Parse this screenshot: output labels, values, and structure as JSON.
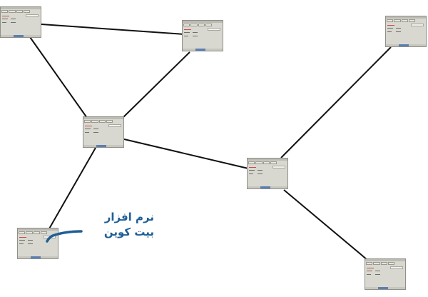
{
  "diagram": {
    "nodes": [
      {
        "id": "n1",
        "label": ""
      },
      {
        "id": "n2",
        "label": ""
      },
      {
        "id": "n3",
        "label": ""
      },
      {
        "id": "n4",
        "label": ""
      },
      {
        "id": "n5",
        "label": ""
      },
      {
        "id": "n6",
        "label": ""
      },
      {
        "id": "n7",
        "label": ""
      }
    ],
    "edges": [
      [
        "n1",
        "n2"
      ],
      [
        "n1",
        "n3"
      ],
      [
        "n2",
        "n3"
      ],
      [
        "n3",
        "n4"
      ],
      [
        "n3",
        "n5"
      ],
      [
        "n5",
        "n6"
      ],
      [
        "n5",
        "n7"
      ]
    ],
    "annotation": {
      "lines": [
        "نرم افزار",
        "بیت کوین"
      ],
      "points_to": "n4"
    }
  },
  "colors": {
    "line": "#111111",
    "window_bg": "#d9d8d0",
    "annotation": "#1f5f96"
  }
}
